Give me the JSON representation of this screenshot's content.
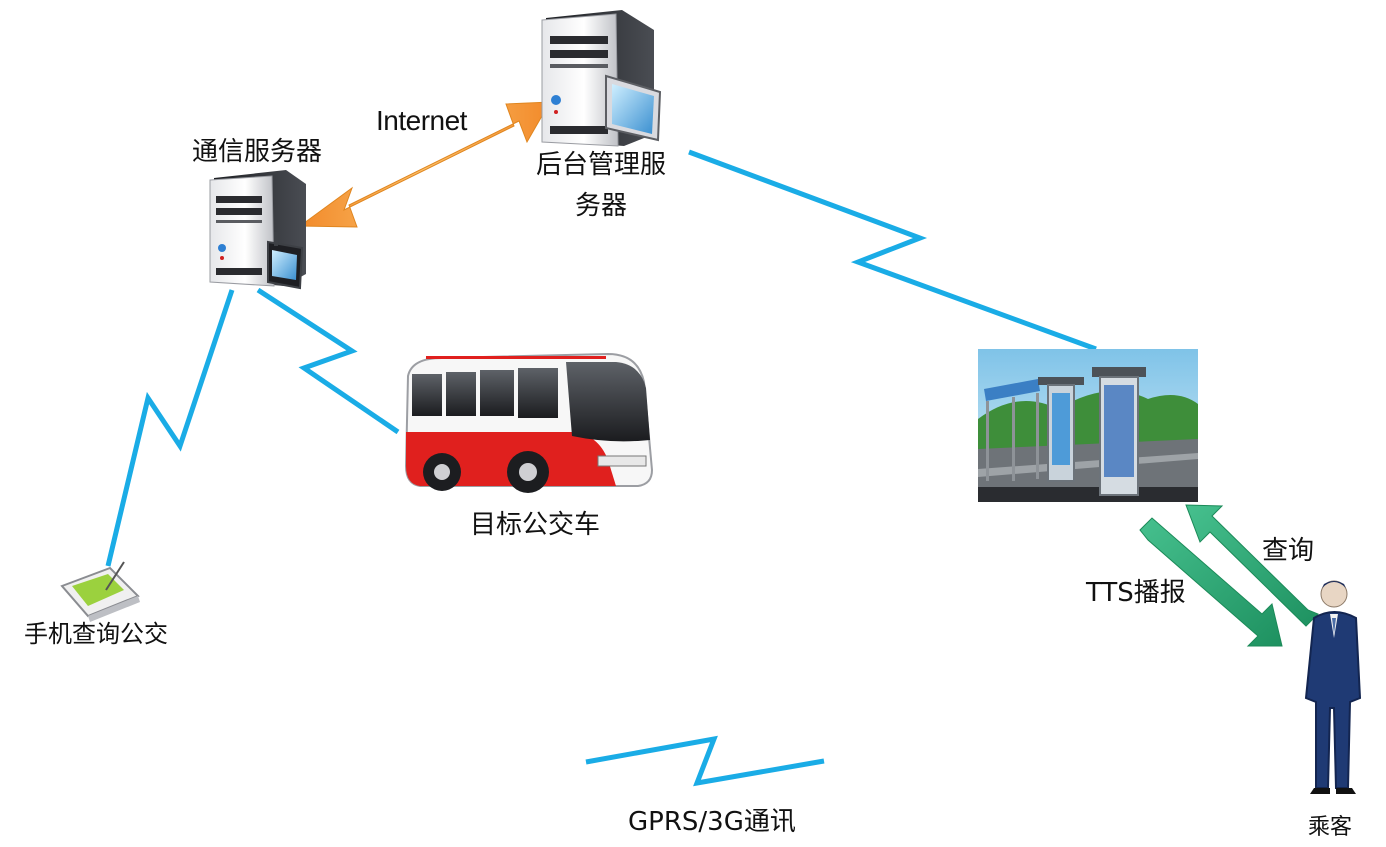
{
  "labels": {
    "comm_server": "通信服务器",
    "backend_server_line1": "后台管理服",
    "backend_server_line2": "务器",
    "internet": "Internet",
    "bus": "目标公交车",
    "phone": "手机查询公交",
    "tts": "TTS播报",
    "query": "查询",
    "passenger": "乘客",
    "gprs": "GPRS/3G通讯"
  },
  "icons": {
    "comm_server": "server-with-phone-icon",
    "backend_server": "server-with-monitor-icon",
    "bus": "bus-icon",
    "phone": "handheld-device-icon",
    "bus_stop": "bus-stop-sign-icon",
    "passenger": "person-icon"
  },
  "colors": {
    "wireless_link": "#1AACE6",
    "internet_arrow": "#F6A13C",
    "passenger_arrow": "#2BA777",
    "bus_red": "#E0201E",
    "server_dark": "#2D2F33"
  }
}
